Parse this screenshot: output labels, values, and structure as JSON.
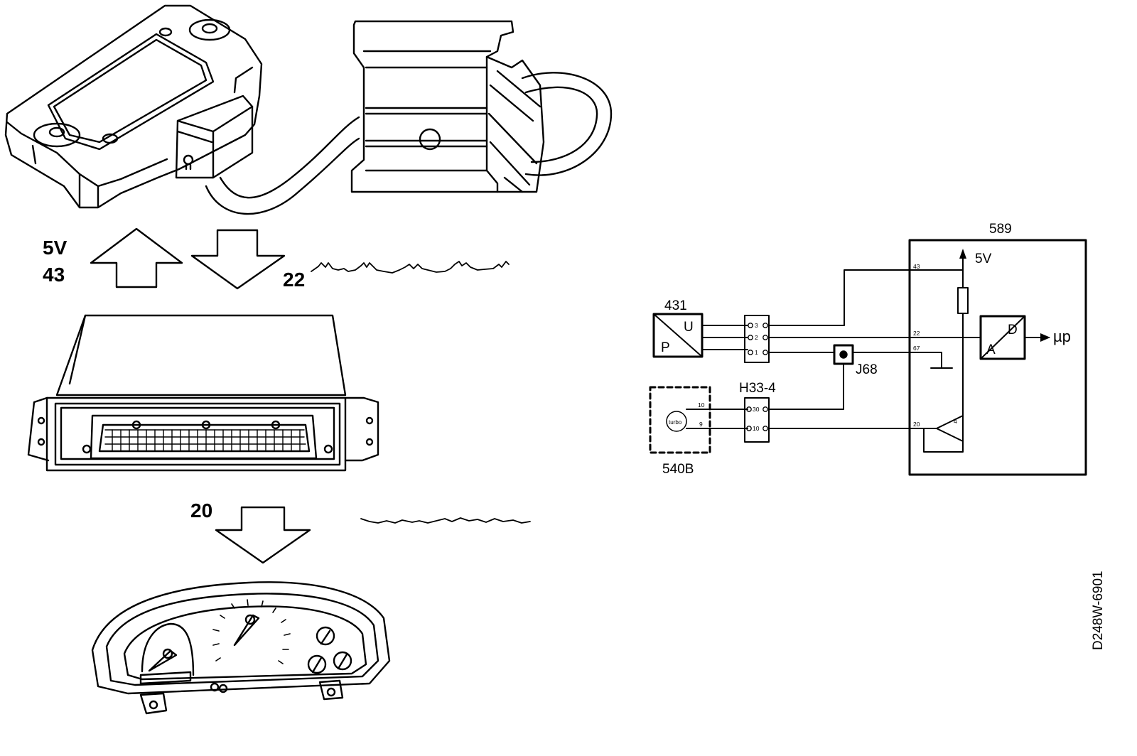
{
  "pictorial": {
    "arrow_up_labels": [
      "5V",
      "43"
    ],
    "arrow_down_label": "22",
    "arrow_gauge_label": "20"
  },
  "schematic": {
    "control_unit": "589",
    "sensor": "431",
    "sensor_in": "P",
    "sensor_out": "U",
    "turbo_component": "540B",
    "turbo_text": "turbo",
    "connector_h33": "H33-4",
    "splice": "J68",
    "supply": "5V",
    "adc_in": "A",
    "adc_out": "D",
    "micro": "µp",
    "pins_589": [
      "43",
      "22",
      "67",
      "20"
    ],
    "pins_conn_a": [
      "3",
      "2",
      "1"
    ],
    "pins_conn_b": [
      "30",
      "10"
    ],
    "pins_540b": [
      "10",
      "9"
    ],
    "amp_pin": "4"
  },
  "figure_id": "D248W-6901"
}
